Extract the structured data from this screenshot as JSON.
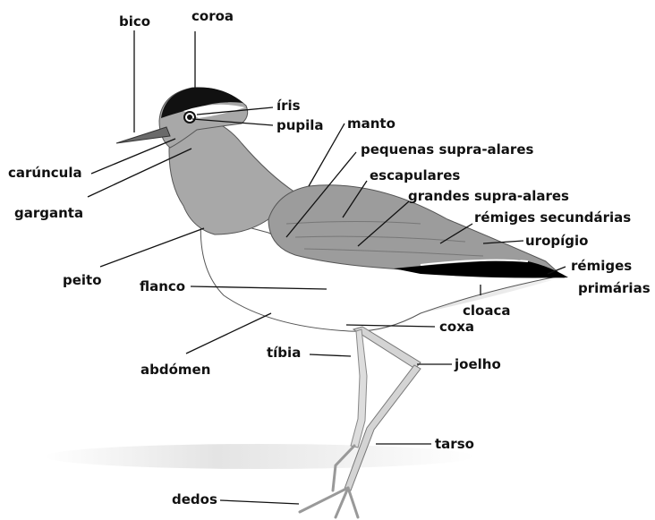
{
  "labels": {
    "bico": "bico",
    "coroa": "coroa",
    "iris": "íris",
    "pupila": "pupila",
    "manto": "manto",
    "pequenas_supra_alares": "pequenas supra-alares",
    "escapulares": "escapulares",
    "grandes_supra_alares": "grandes supra-alares",
    "remiges_secundarias": "rémiges secundárias",
    "uropigio": "uropígio",
    "remiges_primarias_line1": "rémiges",
    "remiges_primarias_line2": "primárias",
    "caruncula": "carúncula",
    "garganta": "garganta",
    "peito": "peito",
    "flanco": "flanco",
    "cloaca": "cloaca",
    "coxa": "coxa",
    "tibia": "tíbia",
    "joelho": "joelho",
    "abdomen": "abdómen",
    "tarso": "tarso",
    "dedos": "dedos"
  },
  "colors": {
    "head_cap": "#111111",
    "body_gray": "#a6a6a6",
    "wing_gray": "#9a9a9a",
    "belly": "#ffffff",
    "legs": "#d0d0d0",
    "primaries": "#000000",
    "shadow": "#e6e6e6"
  }
}
